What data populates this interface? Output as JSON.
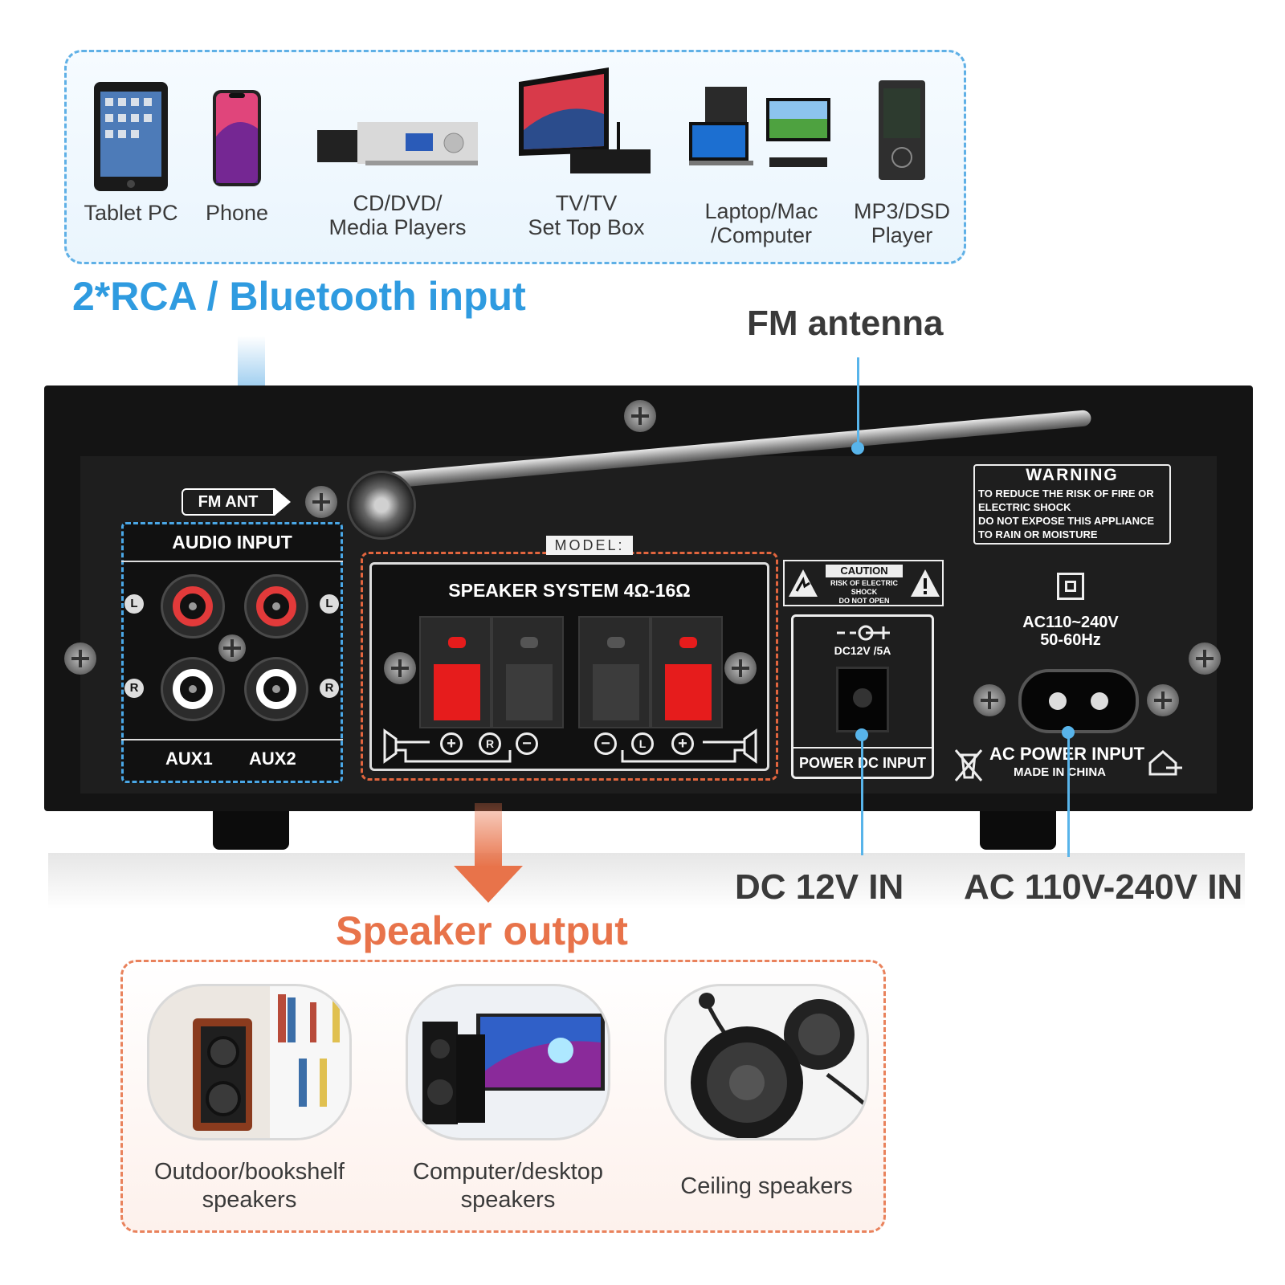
{
  "sources": {
    "devices": [
      {
        "label": "Tablet PC",
        "icon": "tablet-icon"
      },
      {
        "label": "Phone",
        "icon": "phone-icon"
      },
      {
        "label": "CD/DVD/\nMedia Players",
        "icon": "cd-player-icon"
      },
      {
        "label": "TV/TV\nSet Top Box",
        "icon": "tv-icon"
      },
      {
        "label": "Laptop/Mac\n/Computer",
        "icon": "computer-icon"
      },
      {
        "label": "MP3/DSD\nPlayer",
        "icon": "mp3-player-icon"
      }
    ],
    "accent_color": "#2f9be0"
  },
  "headlines": {
    "input": "2*RCA / Bluetooth input",
    "fm_antenna": "FM antenna",
    "dc_in": "DC 12V IN",
    "ac_in": "AC 110V-240V IN",
    "speaker_output": "Speaker output",
    "speaker_color": "#e8734a"
  },
  "amplifier": {
    "fm_ant_tag": "FM ANT",
    "audio_input_title": "AUDIO INPUT",
    "aux1": "AUX1",
    "aux2": "AUX2",
    "left": "L",
    "right": "R",
    "model_tag": "MODEL:",
    "speaker_system_title": "SPEAKER SYSTEM 4Ω-16Ω",
    "caution_title": "CAUTION",
    "caution_text": "RISK OF ELECTRIC SHOCK\nDO NOT OPEN",
    "dc_rating": "DC12V /5A",
    "power_dc_input": "POWER DC INPUT",
    "warning_title": "WARNING",
    "warning_text": "TO REDUCE THE RISK OF FIRE OR\nELECTRIC SHOCK\nDO NOT EXPOSE THIS APPLIANCE\nTO RAIN OR MOISTURE",
    "ac_rating_line1": "AC110~240V",
    "ac_rating_line2": "50-60Hz",
    "ac_power_input": "AC POWER INPUT",
    "made_in": "MADE IN CHINA"
  },
  "speakers": {
    "items": [
      {
        "label": "Outdoor/bookshelf\nspeakers",
        "icon": "bookshelf-speaker-icon"
      },
      {
        "label": "Computer/desktop\nspeakers",
        "icon": "desktop-speaker-icon"
      },
      {
        "label": "Ceiling speakers",
        "icon": "ceiling-speaker-icon"
      }
    ]
  }
}
